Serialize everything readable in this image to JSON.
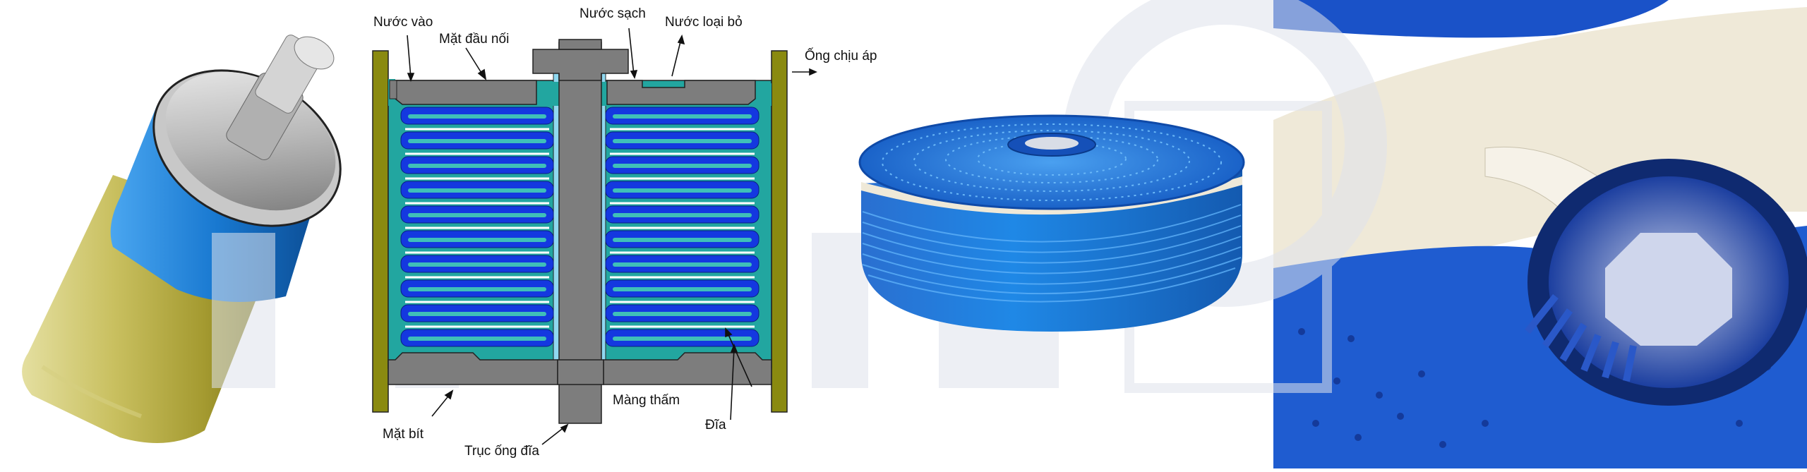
{
  "diagram": {
    "labels": {
      "nuoc_vao": "Nước vào",
      "mat_dau_noi": "Mặt đầu nối",
      "nuoc_sach": "Nước sạch",
      "nuoc_loai_bo": "Nước loại bỏ",
      "ong_chiu_ap": "Ống chịu áp",
      "mat_bit": "Mặt bít",
      "truc_ong_dia": "Trục ống đĩa",
      "mang_tham": "Màng thấm",
      "dia": "Đĩa"
    }
  },
  "colors": {
    "disc_blue": "#1438e0",
    "teal": "#22a6a0",
    "light_teal": "#3fc0b8",
    "core_blue": "#8fd8f0",
    "gray": "#7d7d7d",
    "tube_olive": "#8a8a10",
    "watermark": "#dfe3ec",
    "photo_blue": "#1e7fd0",
    "membrane_cream": "#f1ece0",
    "module_yellow": "#b8b040"
  },
  "images": {
    "left_photo": "cylindrical-membrane-module",
    "disc_stack_photo": "blue-disc-stack",
    "closeup_photo": "disc-and-membrane-closeup",
    "watermark": "rotoex-watermark"
  }
}
